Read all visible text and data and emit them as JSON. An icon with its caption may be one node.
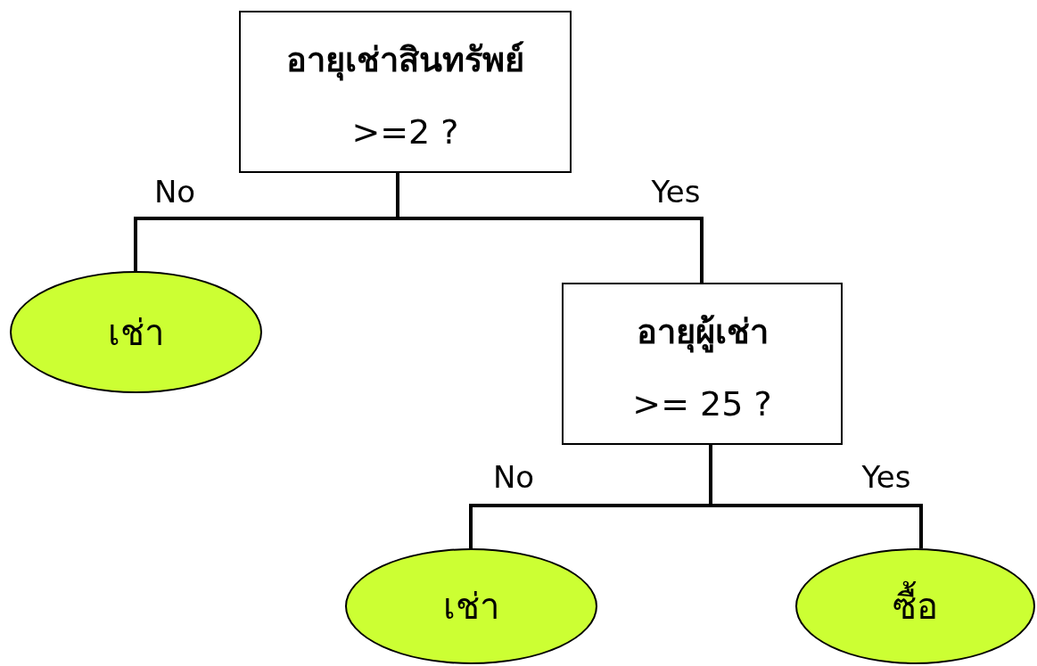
{
  "diagram": {
    "nodes": [
      {
        "text": [
          "อายุเช่าสินทรัพย์",
          ">=2 ?"
        ]
      },
      {
        "text": [
          "เช่า"
        ]
      },
      {
        "text": [
          "อายุผู้เช่า",
          ">= 25 ?"
        ]
      },
      {
        "text": [
          "เช่า"
        ]
      },
      {
        "text": [
          "ซื้อ"
        ]
      }
    ],
    "edges": [
      {
        "from": 0,
        "to": 1,
        "arrow": "none",
        "label": "No"
      },
      {
        "from": 0,
        "to": 2,
        "arrow": "none",
        "label": "Yes"
      },
      {
        "from": 2,
        "to": 3,
        "arrow": "none",
        "label": "No"
      },
      {
        "from": 2,
        "to": 4,
        "arrow": "none",
        "label": "Yes"
      }
    ]
  }
}
